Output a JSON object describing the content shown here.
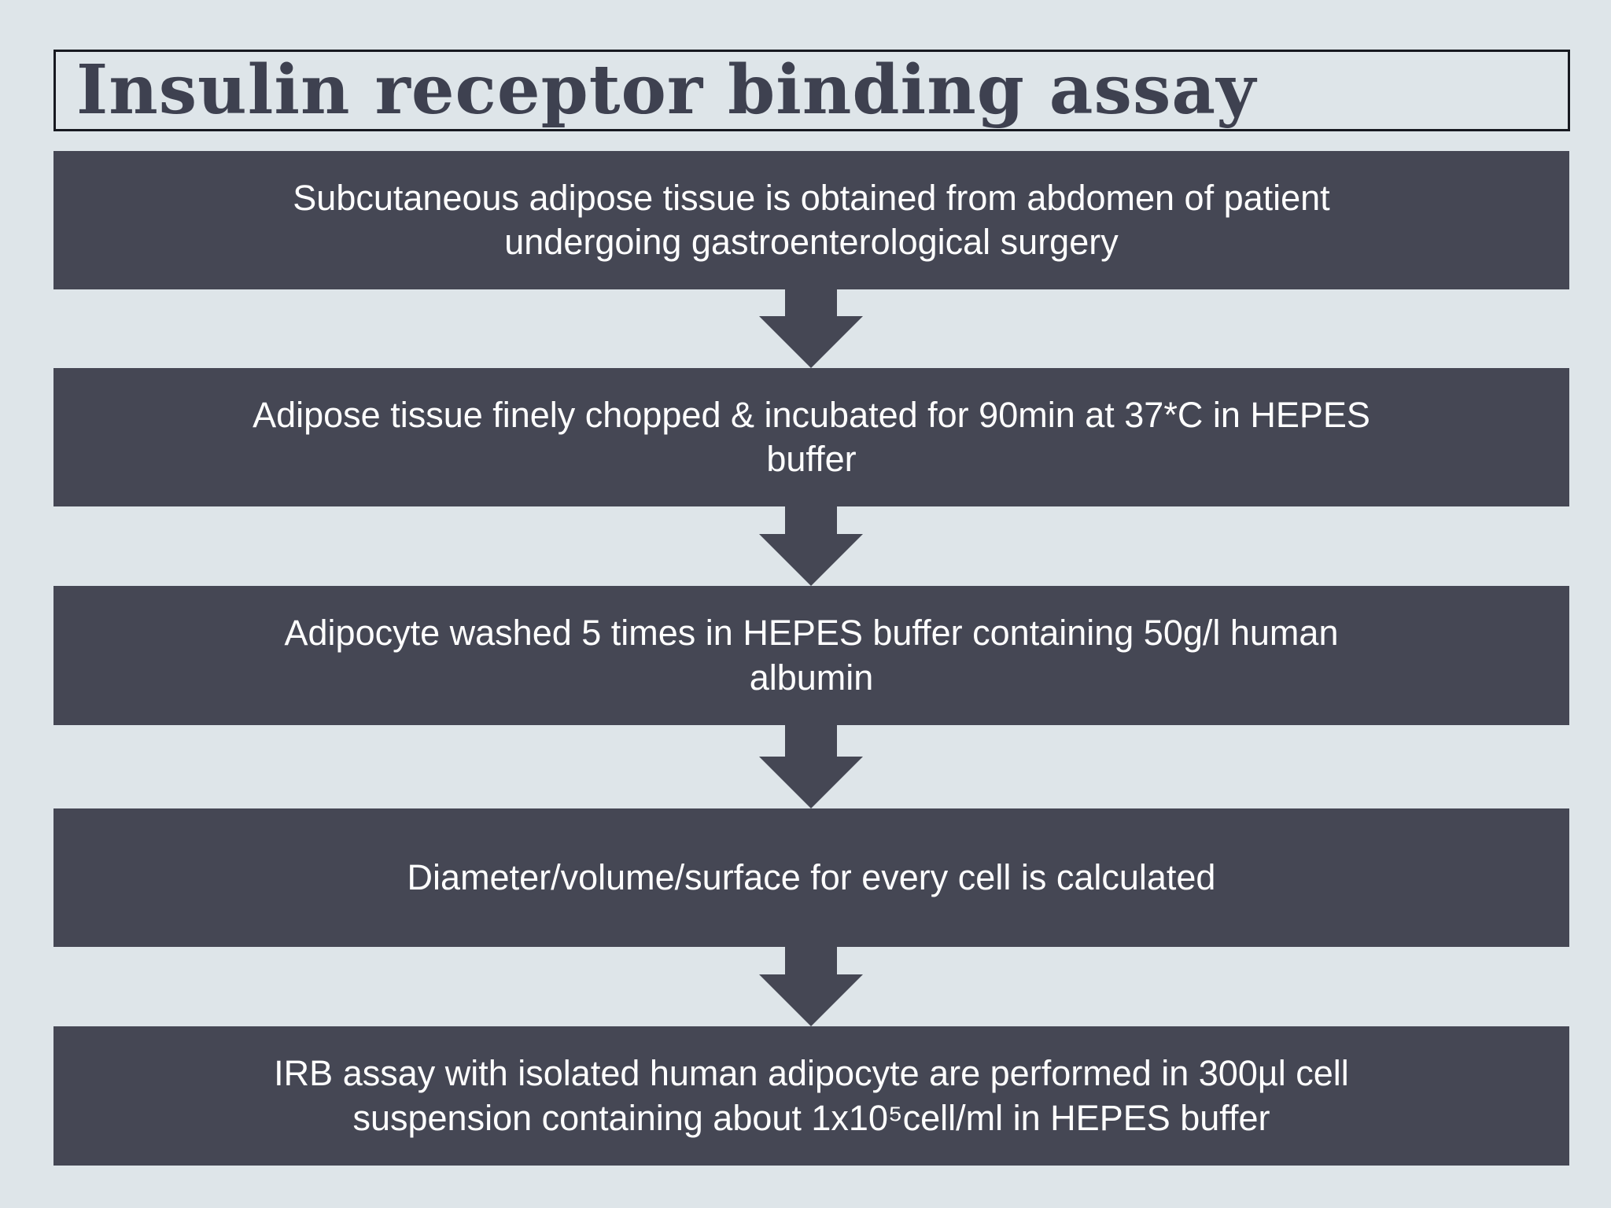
{
  "slide": {
    "title": "Insulin receptor binding assay",
    "steps": [
      {
        "text": "Subcutaneous adipose tissue is obtained from abdomen of patient\nundergoing gastroenterological surgery"
      },
      {
        "text": "Adipose tissue finely chopped & incubated for 90min at 37*C in HEPES\nbuffer"
      },
      {
        "text": "Adipocyte washed 5 times in HEPES buffer containing 50g/l human\nalbumin"
      },
      {
        "text": "Diameter/volume/surface for every cell is calculated"
      },
      {
        "text": "IRB assay with isolated human adipocyte are performed in 300µl cell\nsuspension containing about 1x10⁵cell/ml in HEPES buffer"
      }
    ],
    "connector_icon": "down-arrow",
    "colors": {
      "background": "#dee5e9",
      "box_fill": "#454754",
      "box_text": "#ffffff",
      "title_text": "#3e4150",
      "title_border": "#171920"
    }
  }
}
